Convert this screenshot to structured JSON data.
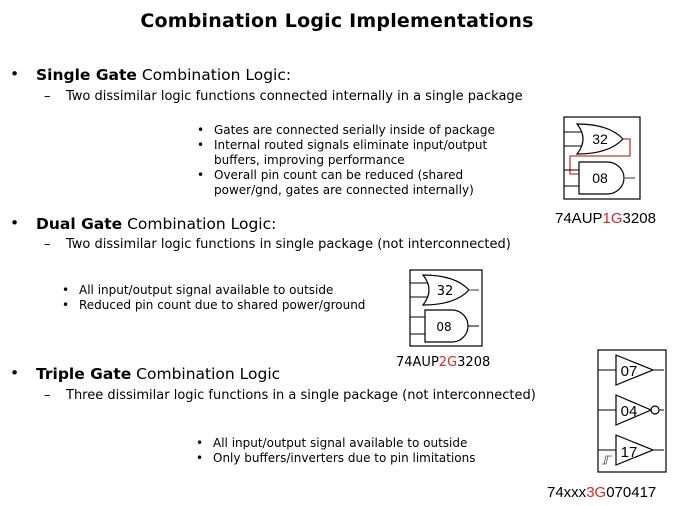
{
  "title": "Combination Logic Implementations",
  "sections": [
    {
      "bullet": "•",
      "heading_bold": "Single  Gate",
      "heading_rest": " Combination Logic:",
      "dash": "–",
      "sub": "Two dissimilar  logic functions connected internally  in a single package",
      "notes": [
        "Gates are connected serially  inside  of package",
        "Internal  routed  signals  eliminate  input/output",
        "buffers, improving  performance",
        "Overall  pin  count can be reduced  (shared",
        "power/gnd,  gates are connected internally)"
      ],
      "diagram": {
        "gates": [
          "32",
          "08"
        ],
        "part_prefix": "74AUP",
        "part_highlight": "1G",
        "part_suffix": "3208"
      }
    },
    {
      "bullet": "•",
      "heading_bold": "Dual Gate",
      "heading_rest": " Combination Logic:",
      "dash": "–",
      "sub": "Two dissimilar  logic functions in  single  package  (not interconnected)",
      "notes": [
        "All  input/output  signal  available  to outside",
        "Reduced  pin  count due  to shared power/ground"
      ],
      "diagram": {
        "gates": [
          "32",
          "08"
        ],
        "part_prefix": "74AUP",
        "part_highlight": "2G",
        "part_suffix": "3208"
      }
    },
    {
      "bullet": "•",
      "heading_bold": "Triple  Gate",
      "heading_rest": " Combination Logic",
      "dash": "–",
      "sub": "Three dissimilar  logic functions in  a single  package  (not interconnected)",
      "notes": [
        "All  input/output  signal  available  to outside",
        "Only  buffers/inverters  due  to pin  limitations"
      ],
      "diagram": {
        "gates": [
          "07",
          "04",
          "17"
        ],
        "part_prefix": "74xxx",
        "part_highlight": "3G",
        "part_suffix": "070417"
      }
    }
  ],
  "note_bullet": "•",
  "colors": {
    "highlight": "#d42a2a",
    "text": "#000000",
    "background": "#ffffff"
  }
}
